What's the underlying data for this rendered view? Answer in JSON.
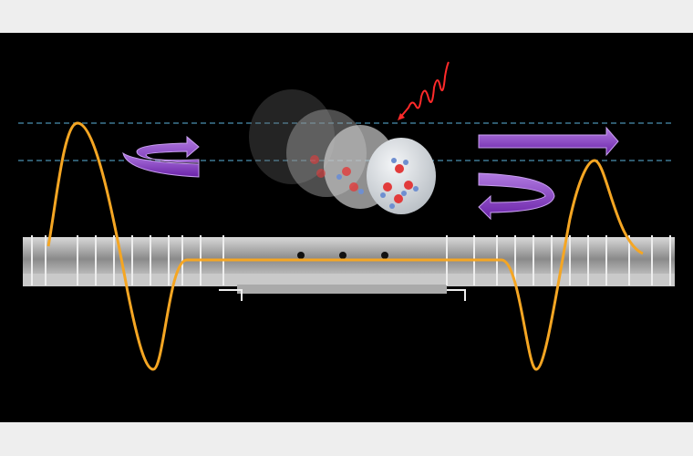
{
  "colors": {
    "background": "#000000",
    "border": "#eeeeee",
    "waveform": "#f5a623",
    "rotation_arrows": "#8a3fc4",
    "laser_pulse": "#ff2a2a",
    "guide_lines": "#2e5a6e",
    "atom_red": "#e23b3b",
    "atom_blue": "#6f8fd0",
    "apparatus": "#bdbdbd"
  },
  "icons": [
    "curved-rotation-arrow",
    "straight-arrow",
    "reverse-rotation-arrow",
    "laser-pulse",
    "molecule-disc"
  ]
}
